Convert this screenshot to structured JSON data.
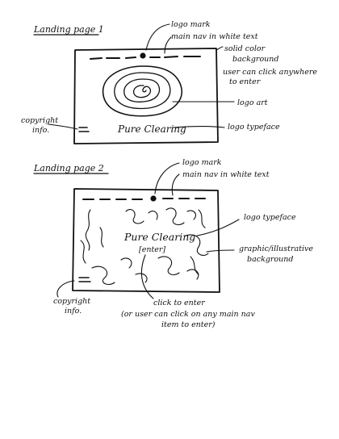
{
  "page1": {
    "heading": "Landing page 1",
    "logo_typeface_text": "Pure Clearing",
    "annotations": {
      "logo_mark": "logo mark",
      "main_nav": "main nav in white text",
      "solid_bg_1": "solid color",
      "solid_bg_2": "background",
      "click_1": "user can click anywhere",
      "click_2": "to enter",
      "logo_art": "logo art",
      "copyright_1": "copyright",
      "copyright_2": "info.",
      "logo_typeface": "logo typeface"
    }
  },
  "page2": {
    "heading": "Landing page 2",
    "logo_typeface_text": "Pure Clearing",
    "enter_text": "[enter]",
    "annotations": {
      "logo_mark": "logo mark",
      "main_nav": "main nav in white text",
      "logo_typeface": "logo typeface",
      "graphic_bg_1": "graphic/illustrative",
      "graphic_bg_2": "background",
      "copyright_1": "copyright",
      "copyright_2": "info.",
      "click_1": "click to enter",
      "click_2": "(or user can click on any main nav",
      "click_3": "item to enter)"
    }
  }
}
